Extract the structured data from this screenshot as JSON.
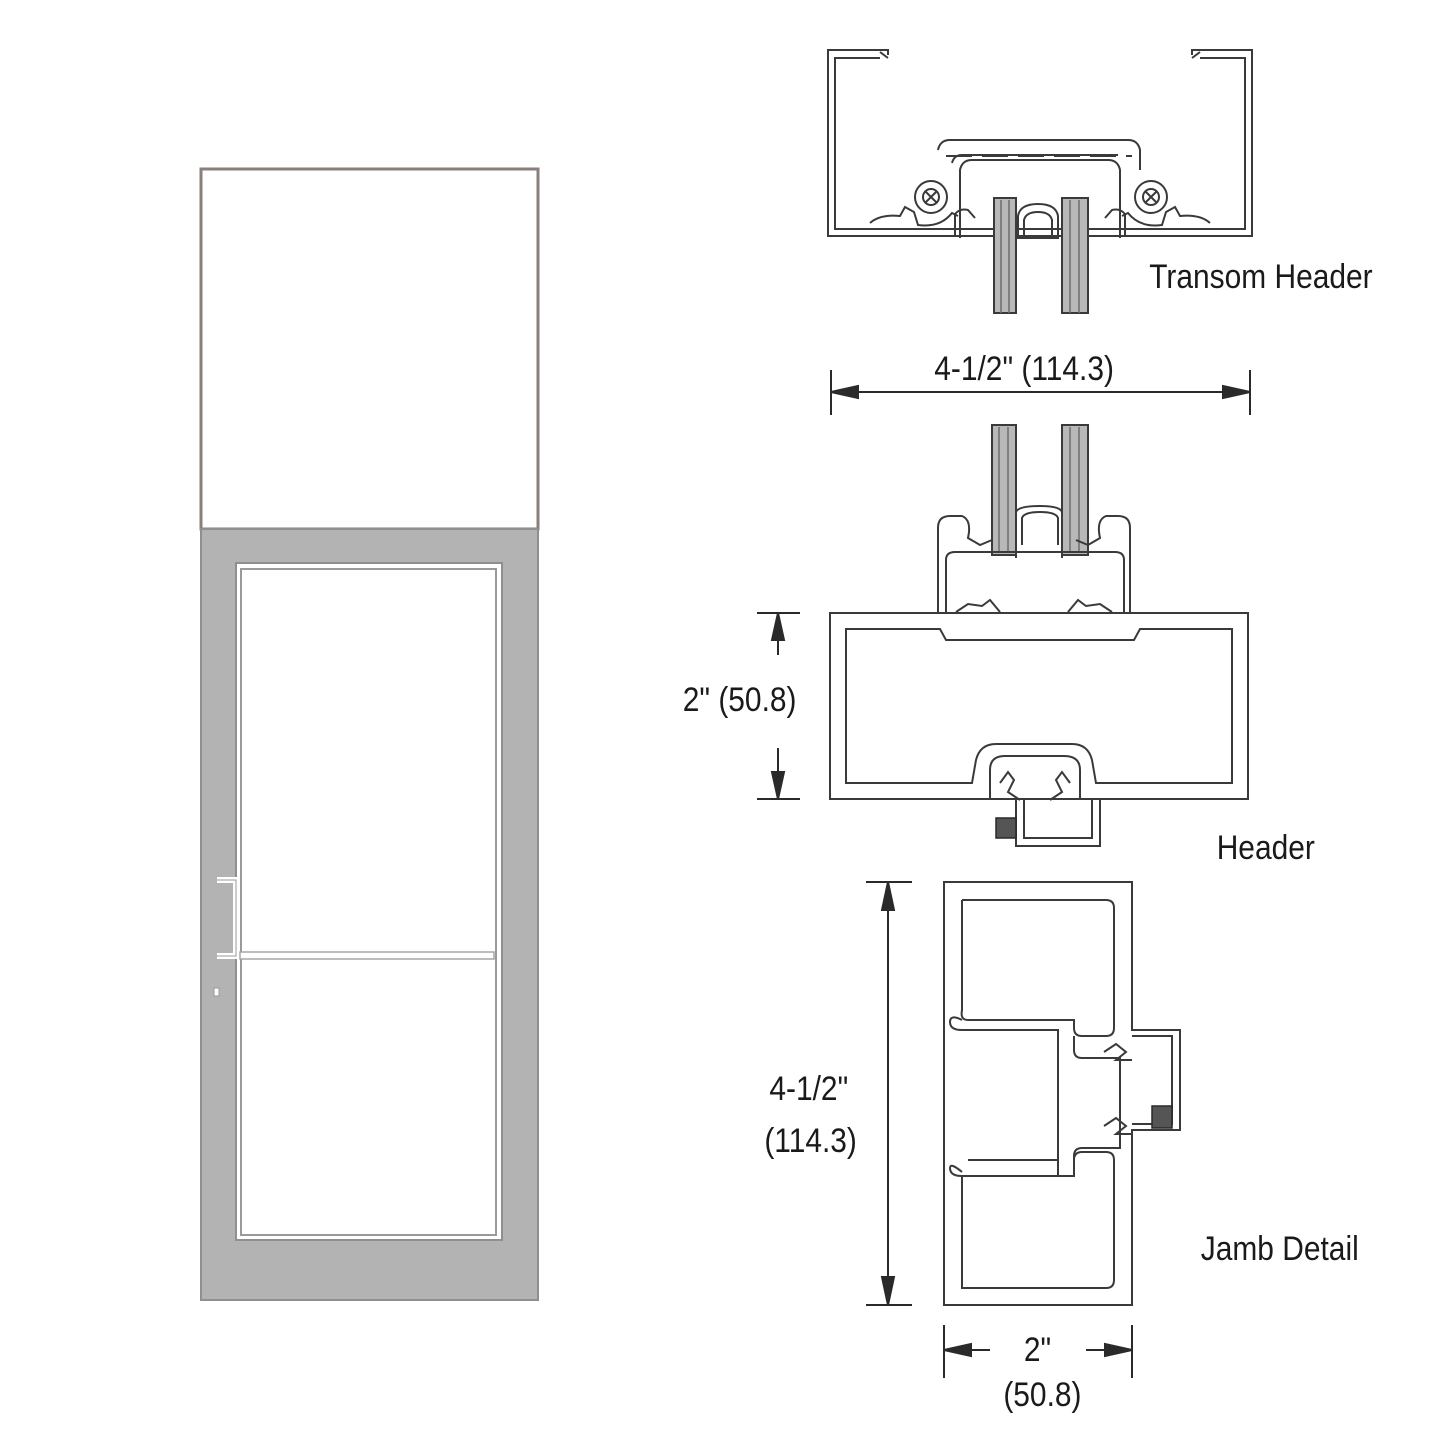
{
  "labels": {
    "transom_header": "Transom Header",
    "header": "Header",
    "jamb_detail": "Jamb Detail"
  },
  "dimensions": {
    "transom_width": "4-1/2\" (114.3)",
    "header_height": "2\" (50.8)",
    "jamb_depth_line1": "4-1/2\"",
    "jamb_depth_line2": "(114.3)",
    "jamb_width_line1": "2\"",
    "jamb_width_line2": "(50.8)"
  },
  "colors": {
    "frame": "#b3b3b3",
    "frame_edge": "#8f8f8f",
    "transom_border": "#8a7f7a",
    "line": "#3a3a3a"
  }
}
